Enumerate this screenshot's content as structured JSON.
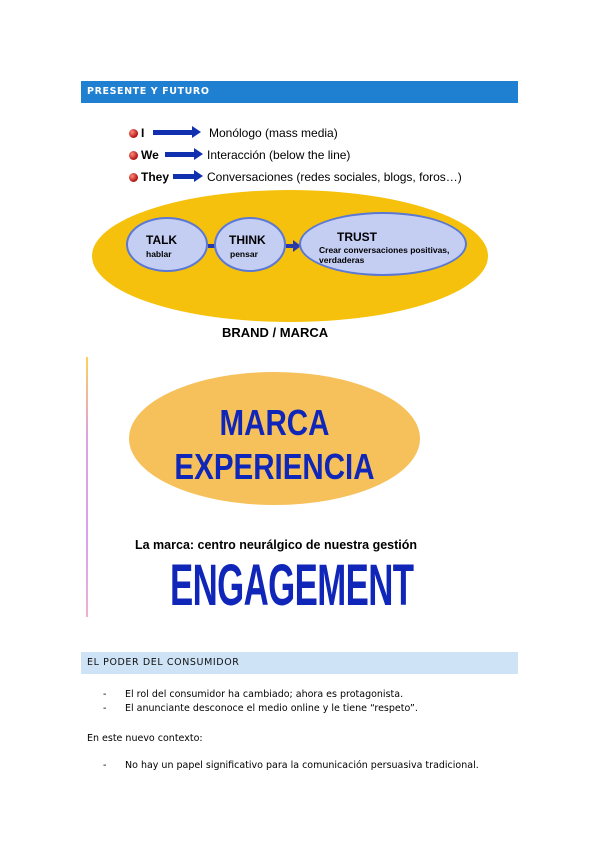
{
  "section1": {
    "title": "PRESENTE Y FUTURO"
  },
  "bullets": [
    {
      "who": "I",
      "text": "Monólogo (mass media)"
    },
    {
      "who": "We",
      "text": "Interacción (below the line)"
    },
    {
      "who": "They",
      "text": "Conversaciones (redes sociales, blogs, foros…)"
    }
  ],
  "nodes": [
    {
      "title": "TALK",
      "sub": "hablar"
    },
    {
      "title": "THINK",
      "sub": "pensar"
    },
    {
      "title": "TRUST",
      "sub": "Crear conversaciones positivas, verdaderas"
    }
  ],
  "brand_caption": "BRAND / MARCA",
  "marca": {
    "line1": "MARCA",
    "line2": "EXPERIENCIA"
  },
  "la_marca": "La marca: centro neurálgico de nuestra gestión",
  "engagement": "ENGAGEMENT",
  "section2": {
    "title": "EL PODER DEL CONSUMIDOR"
  },
  "list1": [
    "El rol del consumidor ha cambiado; ahora es protagonista.",
    "El anunciante desconoce el medio online y le tiene “respeto”."
  ],
  "context": "En este nuevo contexto:",
  "list2": [
    "No hay un papel significativo para la comunicación persuasiva tradicional."
  ],
  "dash": "-"
}
